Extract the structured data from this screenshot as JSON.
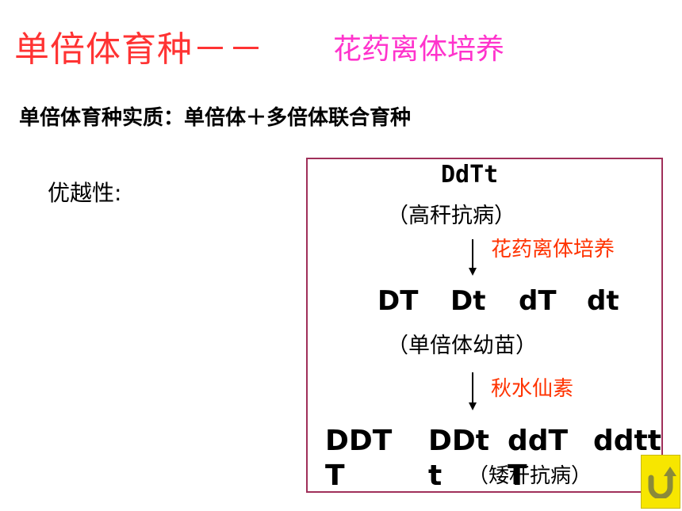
{
  "title": {
    "main": "单倍体育种－－",
    "sub": "花药离体培养"
  },
  "subtitle": "单倍体育种实质：单倍体＋多倍体联合育种",
  "advantage_label": "优越性:",
  "diagram": {
    "parent_genotype": "DdTt",
    "parent_phenotype": "（高秆抗病）",
    "step1": "花药离体培养",
    "gametes": [
      "DT",
      "Dt",
      "dT",
      "dt"
    ],
    "gamete_note": "（单倍体幼苗）",
    "step2": "秋水仙素",
    "offspring": [
      {
        "line1": "DDT",
        "line2": "T"
      },
      {
        "line1": "DDt",
        "line2": "t"
      },
      {
        "line1": "ddT",
        "line2": "T"
      },
      {
        "line1": "ddtt",
        "line2": ""
      }
    ],
    "offspring_note": "（矮秆抗病）"
  },
  "back_button": {
    "icon": "u-turn-arrow-icon",
    "color": "#f7e600"
  }
}
